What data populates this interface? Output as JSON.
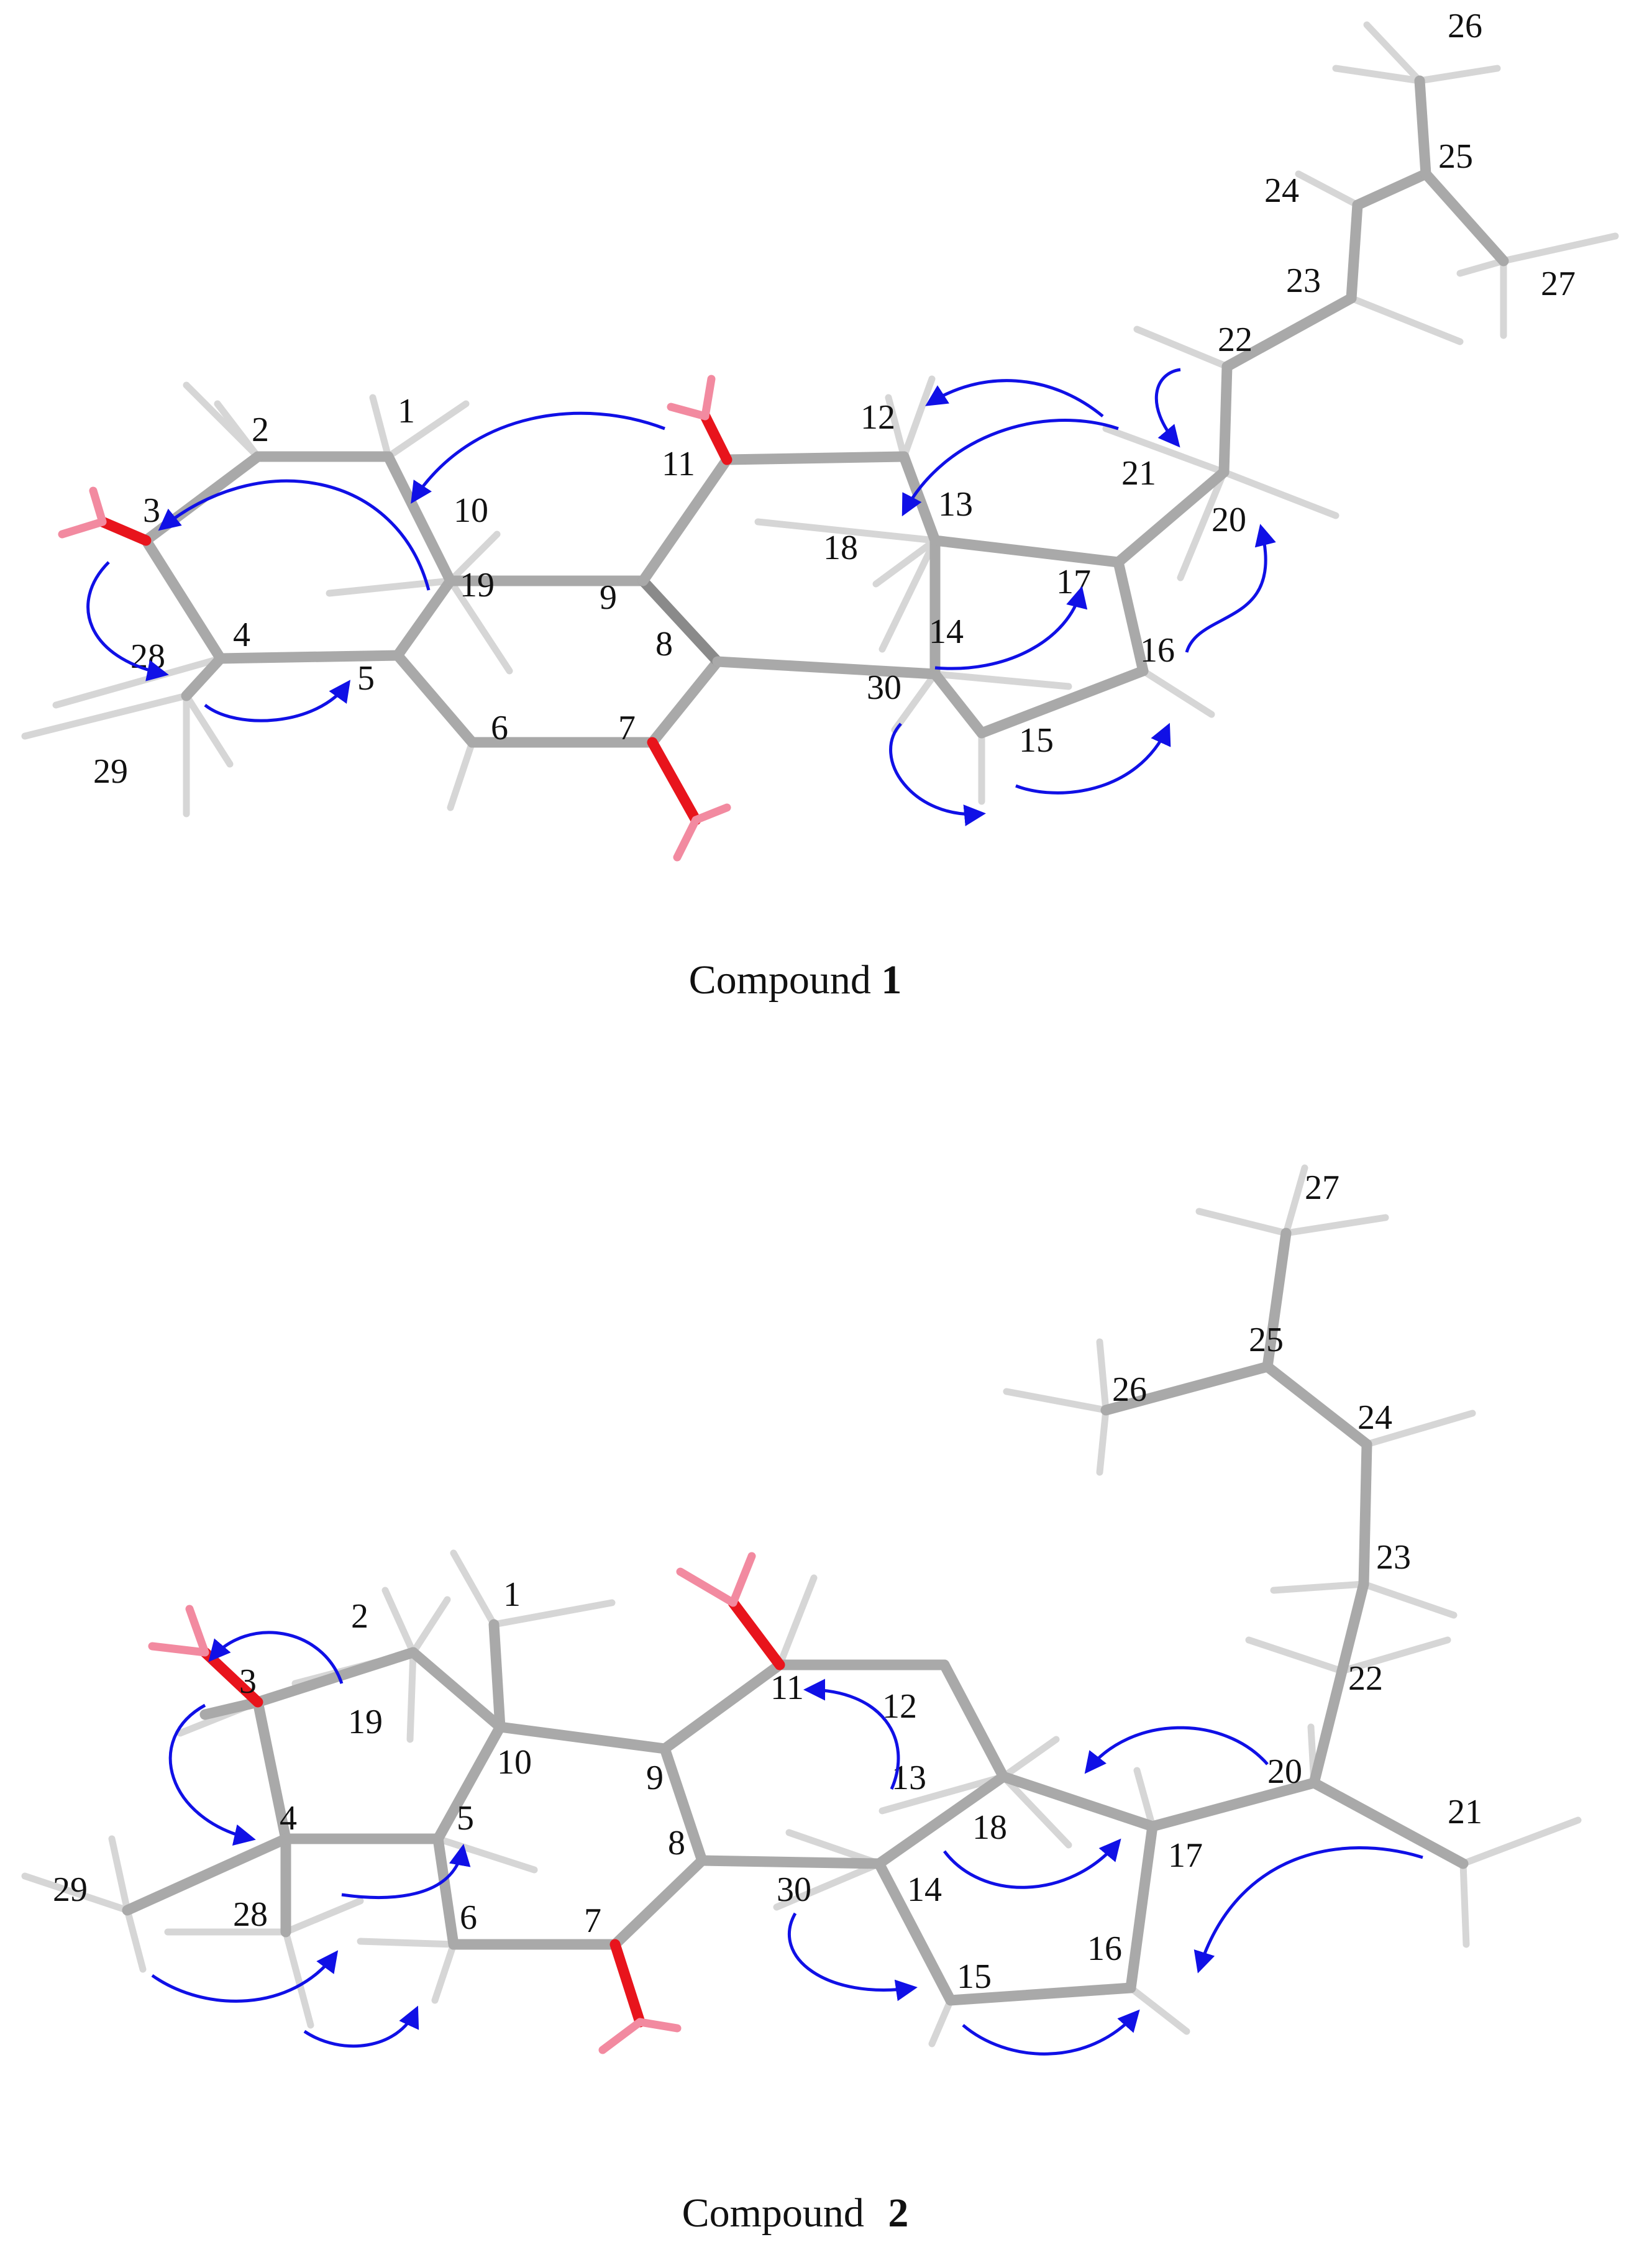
{
  "compounds": [
    {
      "caption_prefix": "Compound",
      "caption_number": "1",
      "atom_labels": [
        "1",
        "2",
        "3",
        "4",
        "5",
        "6",
        "7",
        "8",
        "9",
        "10",
        "11",
        "12",
        "13",
        "14",
        "15",
        "16",
        "17",
        "18",
        "19",
        "20",
        "21",
        "22",
        "23",
        "24",
        "25",
        "26",
        "27",
        "28",
        "29",
        "30"
      ]
    },
    {
      "caption_prefix": "Compound",
      "caption_number": "2",
      "atom_labels": [
        "1",
        "2",
        "3",
        "4",
        "5",
        "6",
        "7",
        "8",
        "9",
        "10",
        "11",
        "12",
        "13",
        "14",
        "15",
        "16",
        "17",
        "18",
        "19",
        "20",
        "21",
        "22",
        "23",
        "24",
        "25",
        "26",
        "27",
        "28",
        "29",
        "30"
      ]
    }
  ],
  "colors": {
    "carbon": "#a9a9a9",
    "hydrogen": "#d6d6d6",
    "oxygen": "#e8141c",
    "hydroxyl_hydrogen": "#f28aa0",
    "correlation_arrow": "#1010e6"
  }
}
